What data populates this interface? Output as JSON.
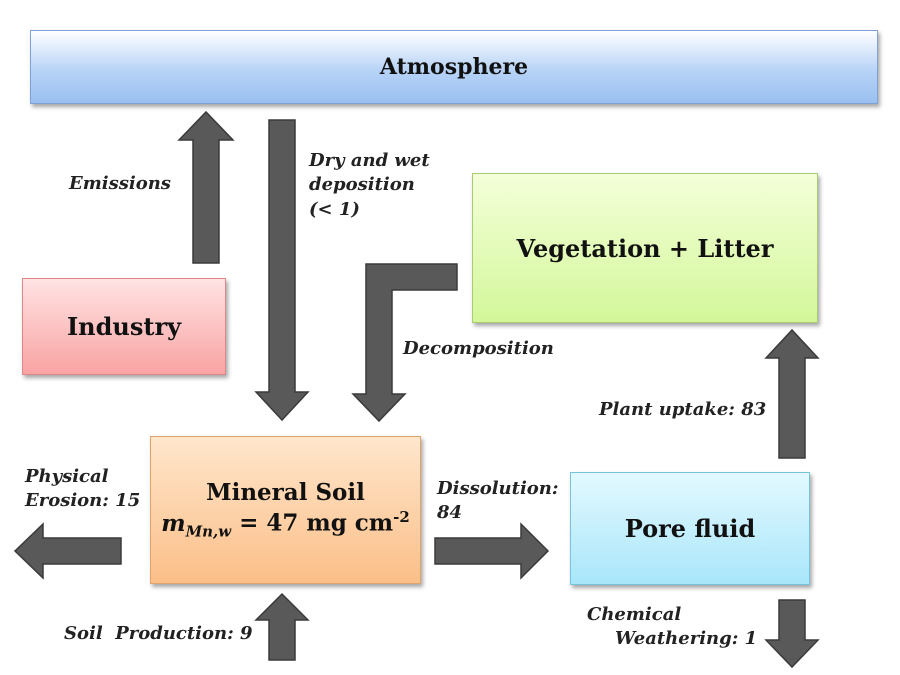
{
  "boxes": {
    "atmosphere": "Atmosphere",
    "vegetation": "Vegetation + Litter",
    "industry": "Industry",
    "soil_title": "Mineral Soil",
    "soil_mass_symbol": "m",
    "soil_mass_subscript": "Mn,w",
    "soil_mass_value": " = 47 mg cm",
    "soil_mass_exponent": "-2",
    "pore": "Pore fluid"
  },
  "fluxes": {
    "emissions": "Emissions",
    "deposition_1": "Dry and wet",
    "deposition_2": "deposition",
    "deposition_3": "(< 1)",
    "decomposition": "Decomposition",
    "plant_uptake": "Plant uptake: 83",
    "physical_1": "Physical",
    "physical_2": "Erosion: 15",
    "dissolution_1": "Dissolution:",
    "dissolution_2": "84",
    "soil_production": "Soil  Production: 9",
    "chemical_1": "Chemical",
    "chemical_2": "Weathering: 1"
  }
}
